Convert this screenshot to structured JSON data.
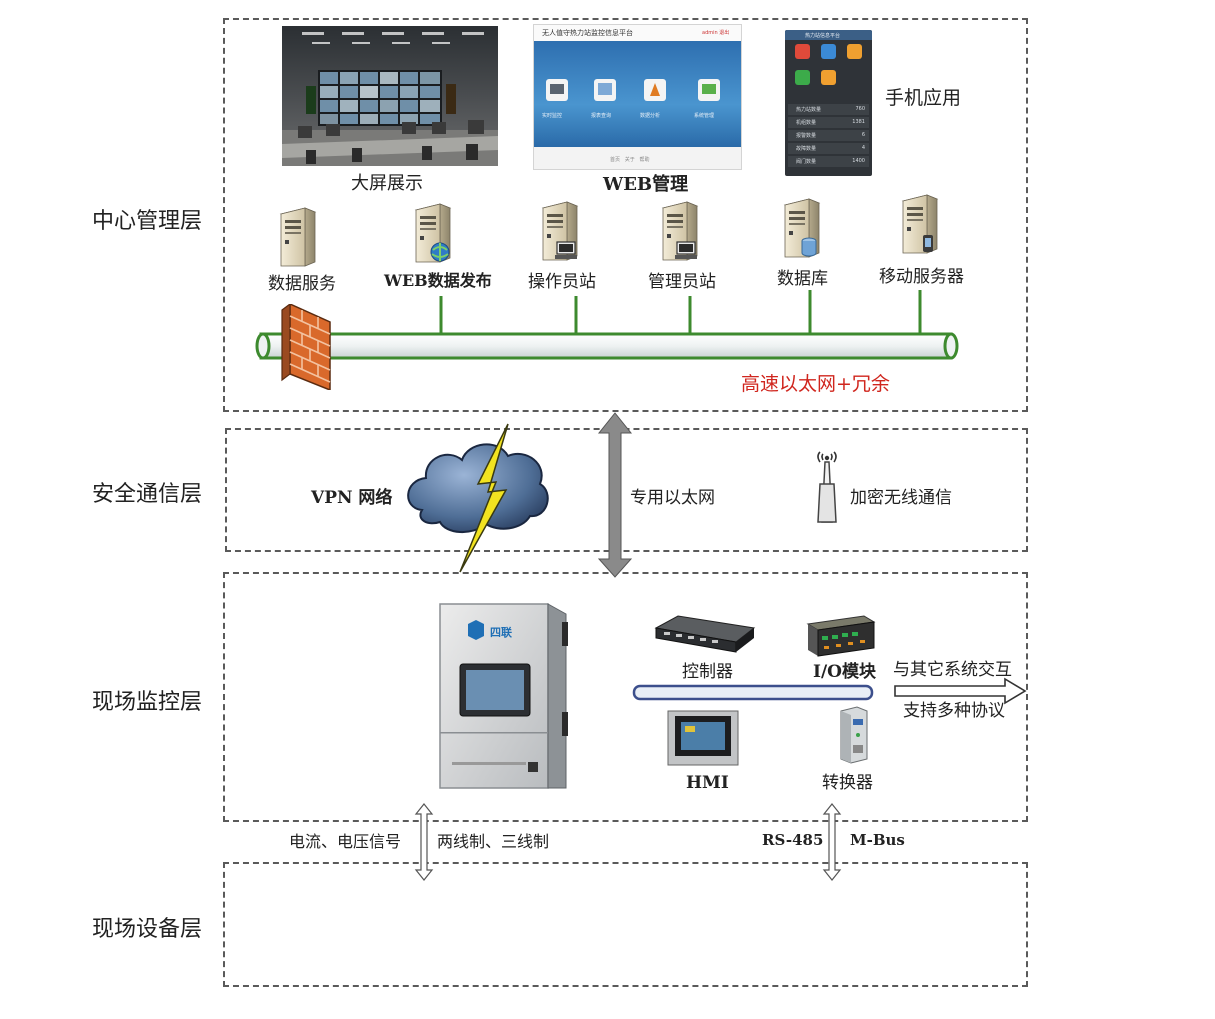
{
  "layers": {
    "center": "中心管理层",
    "security": "安全通信层",
    "field_monitor": "现场监控层",
    "field_device": "现场设备层"
  },
  "center": {
    "big_screen_label": "大屏展示",
    "web_label": "WEB管理",
    "web_screenshot": {
      "title": "无人值守热力站监控信息平台",
      "user_links": "admin  退出",
      "tiles": [
        "实时监控",
        "报表查询",
        "数据分析",
        "系统管理"
      ],
      "footer": "首页   关于   帮助"
    },
    "mobile_label": "手机应用",
    "mobile_screenshot": {
      "title": "热力站信息平台",
      "rows": [
        {
          "name": "热力站数量",
          "value": "760"
        },
        {
          "name": "机组数量",
          "value": "1381"
        },
        {
          "name": "报警数量",
          "value": "6"
        },
        {
          "name": "故障数量",
          "value": "4"
        },
        {
          "name": "阀门数量",
          "value": "1400"
        }
      ]
    },
    "servers": [
      {
        "label": "数据服务",
        "icon": "server-icon"
      },
      {
        "label": "WEB数据发布",
        "icon": "server-globe-icon"
      },
      {
        "label": "操作员站",
        "icon": "server-workstation-icon"
      },
      {
        "label": "管理员站",
        "icon": "server-workstation-icon"
      },
      {
        "label": "数据库",
        "icon": "server-database-icon"
      },
      {
        "label": "移动服务器",
        "icon": "server-mobile-icon"
      }
    ],
    "network_label": "高速以太网+冗余"
  },
  "security": {
    "vpn_label": "VPN 网络",
    "ethernet_label": "专用以太网",
    "wireless_label": "加密无线通信"
  },
  "field": {
    "device_logo": "四联",
    "controller_label": "控制器",
    "io_label": "I/O模块",
    "hmi_label": "HMI",
    "converter_label": "转换器",
    "interop_label": "与其它系统交互",
    "protocol_label": "支持多种协议",
    "signal_label": "电流、电压信号",
    "wire_label": "两线制、三线制",
    "rs485_label": "RS-485",
    "mbus_label": "M-Bus"
  },
  "colors": {
    "pipe_green": "#3d8a2e",
    "pipe_fill": "#eef2f2",
    "bus_blue": "#3c4f8c",
    "alert_red": "#d0261e",
    "dash_border": "#5a5a5a"
  }
}
